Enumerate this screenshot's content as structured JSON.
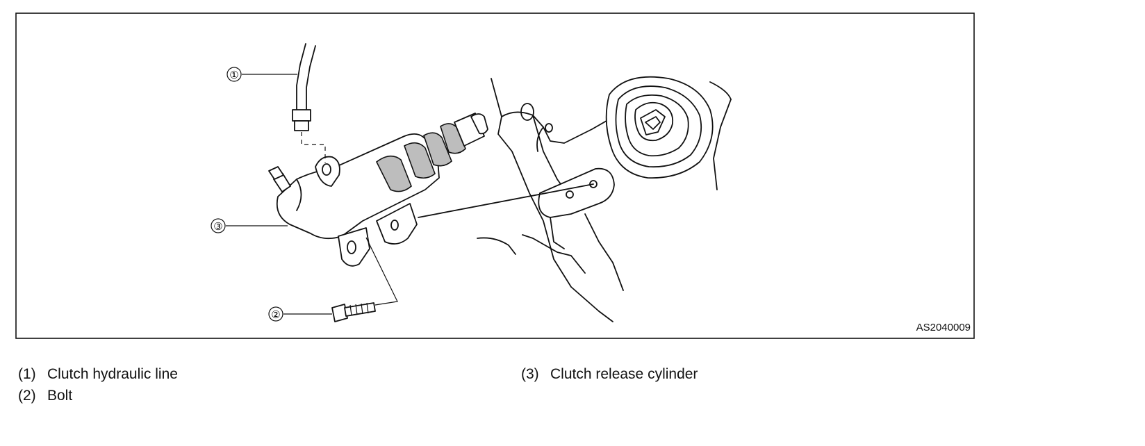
{
  "figure": {
    "code": "AS2040009",
    "callouts": [
      {
        "id": "callout-1",
        "mark": "①"
      },
      {
        "id": "callout-2",
        "mark": "②"
      },
      {
        "id": "callout-3",
        "mark": "③"
      }
    ]
  },
  "legend": [
    {
      "num": "(1)",
      "label": "Clutch hydraulic line"
    },
    {
      "num": "(2)",
      "label": "Bolt"
    },
    {
      "num": "(3)",
      "label": "Clutch release cylinder"
    }
  ]
}
